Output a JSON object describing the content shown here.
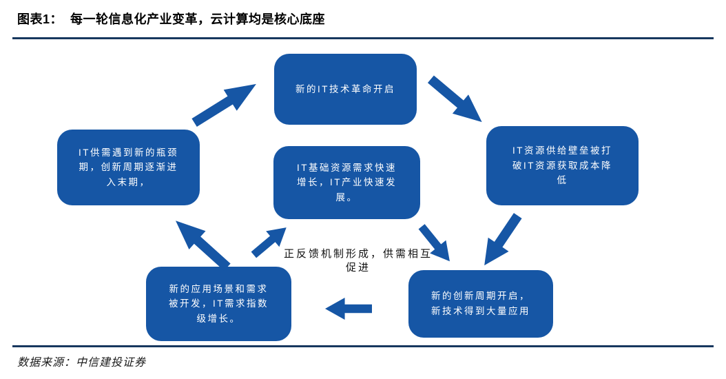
{
  "header": {
    "title": "图表1：  每一轮信息化产业变革，云计算均是核心底座"
  },
  "diagram": {
    "box_top": {
      "text": "新的IT技术革命开启"
    },
    "box_right": {
      "text": "IT资源供给壁垒被打\n破IT资源获取成本降\n低"
    },
    "box_left": {
      "text": "IT供需遇到新的瓶颈\n期，创新周期逐渐进\n入末期，"
    },
    "box_center": {
      "text": "IT基础资源需求快速\n增长，IT产业快速发\n展。"
    },
    "box_bottom_right": {
      "text": "新的创新周期开启，\n新技术得到大量应用"
    },
    "box_bottom_left": {
      "text": "新的应用场景和需求\n被开发，IT需求指数\n级增长。"
    },
    "feedback_note": "正反馈机制形成，供需相互\n促进",
    "flow": [
      {
        "from": "box_left",
        "to": "box_top"
      },
      {
        "from": "box_top",
        "to": "box_right"
      },
      {
        "from": "box_right",
        "to": "box_bottom_right"
      },
      {
        "from": "box_bottom_right",
        "to": "box_bottom_left"
      },
      {
        "from": "box_bottom_left",
        "to": "box_left"
      },
      {
        "from": "feedback_note",
        "to": "box_center"
      },
      {
        "from": "box_center",
        "to": "box_bottom_right"
      }
    ]
  },
  "footer": {
    "source": "数据来源：中信建投证券"
  },
  "colors": {
    "node_blue": "#1656A5",
    "arrow_blue": "#1656A5",
    "divider_navy": "#17375E",
    "text_on_node": "#FFFFFF",
    "title_text": "#000000",
    "background": "#FFFFFF"
  }
}
